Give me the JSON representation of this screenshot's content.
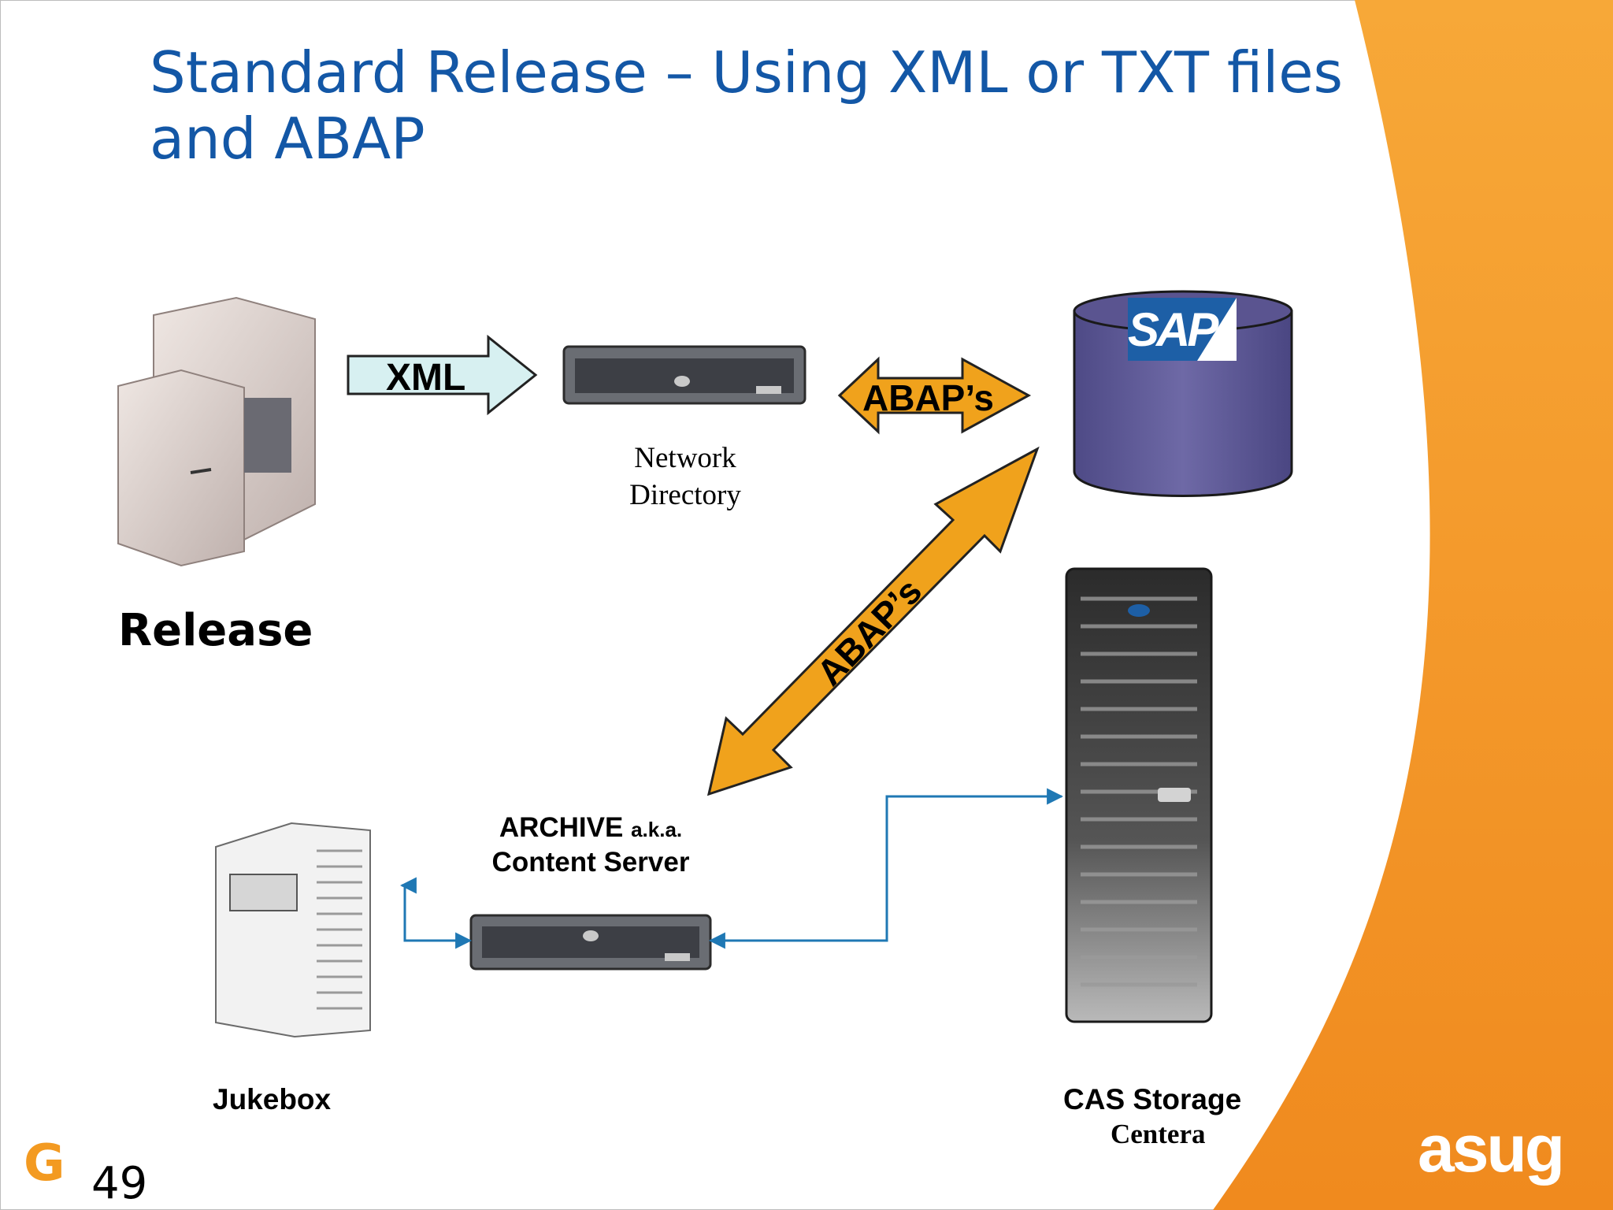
{
  "slide": {
    "title": "Standard Release – Using XML or TXT files and ABAP",
    "page_number": "49"
  },
  "nodes": {
    "release": "Release",
    "network_directory": [
      "Network",
      "Directory"
    ],
    "archive_title": "ARCHIVE",
    "archive_aka": "a.k.a.",
    "archive_subtitle": "Content Server",
    "jukebox": "Jukebox",
    "cas_storage": "CAS Storage",
    "centera": "Centera",
    "sap_logo": "SAP"
  },
  "arrows": {
    "xml": "XML",
    "abap_horizontal": "ABAP’s",
    "abap_diagonal": "ABAP’s"
  },
  "branding": {
    "g_mark": "G",
    "asug": "asug"
  },
  "colors": {
    "title": "#1357a6",
    "orange_accent": "#f39a21",
    "abap_arrow": "#f0a21c",
    "xml_arrow": "#d7f0f1",
    "sap_cylinder": "#5f5a96",
    "connector": "#1f78b4"
  }
}
